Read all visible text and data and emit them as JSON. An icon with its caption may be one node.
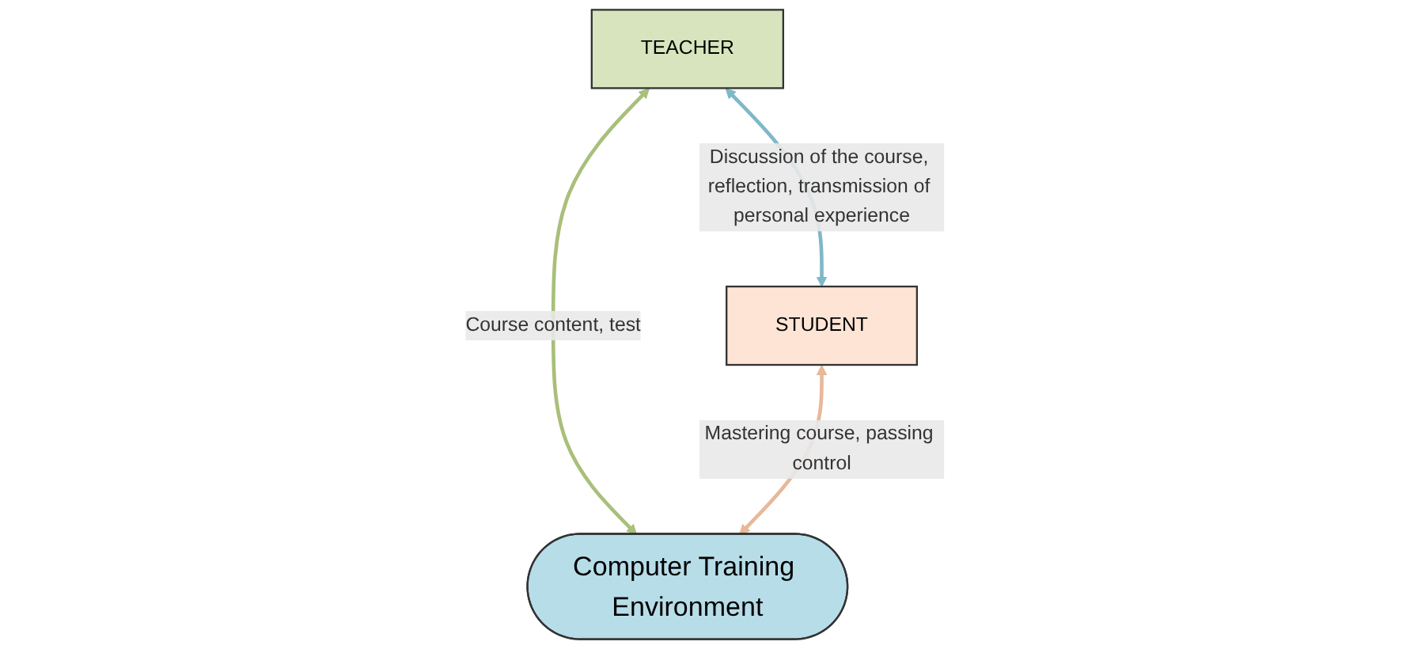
{
  "diagram": {
    "nodes": [
      {
        "text": [
          "TEACHER"
        ]
      },
      {
        "text": [
          "STUDENT"
        ]
      },
      {
        "text": [
          "Computer Training Environment"
        ]
      }
    ],
    "edges": [
      {
        "from": 0,
        "to": 1,
        "arrow": "both",
        "label": "Discussion of the course, reflection, transmission of personal experience",
        "color": "#7fb8c8"
      },
      {
        "from": 0,
        "to": 2,
        "arrow": "both",
        "label": "Course content, test",
        "color": "#a9bf7a"
      },
      {
        "from": 1,
        "to": 2,
        "arrow": "both",
        "label": "Mastering course, passing control",
        "color": "#e8b89a"
      }
    ]
  }
}
